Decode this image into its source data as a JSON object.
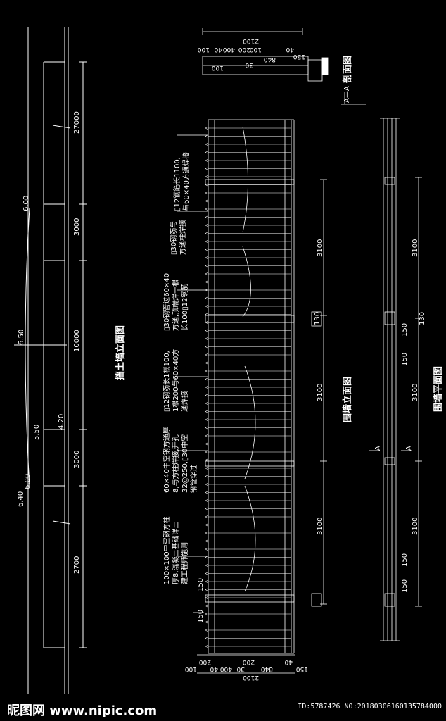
{
  "retaining_wall": {
    "title": "挡土墙立面图",
    "dims": [
      "27000",
      "3000",
      "10000",
      "3000",
      "2700"
    ],
    "levels": [
      "6.00",
      "6.50",
      "4.20",
      "5.50",
      "6.00",
      "6.40"
    ]
  },
  "fence_elevation": {
    "title": "围墙立面图",
    "notes": [
      [
        "100×100中空钢方柱",
        "厚8,混凝土基础详土",
        "建工程师施则"
      ],
      [
        "60×40中空钢方通厚",
        "8,与方柱焊接,开孔",
        "32@250,▯30中空",
        "钢管穿过"
      ],
      [
        "▯12钢筋长1根100,",
        "1根200与60×40方",
        "通焊接"
      ],
      [
        "▯30钢管过60×40",
        "方通,顶端焊一根",
        "长100▯12钢筋"
      ],
      [
        "▯30钢筋与",
        "方通柱焊接"
      ],
      [
        "▯12钢筋长1100,",
        "与60×40方通焊接"
      ]
    ],
    "spans": [
      "3100",
      "3100",
      "3100"
    ],
    "post": "130",
    "small_dims": [
      "150",
      "150"
    ],
    "bottom_dims": [
      "100",
      "200",
      "40",
      "400",
      "30",
      "200",
      "840",
      "40",
      "150"
    ],
    "bottom_total": "2100"
  },
  "fence_plan": {
    "title": "围墙平面图",
    "spans": [
      "3100",
      "3100",
      "3100"
    ],
    "post": "130",
    "small_dims": [
      "150",
      "150",
      "150",
      "150"
    ],
    "section_marks": [
      "A",
      "A"
    ]
  },
  "section": {
    "title": "剖面图",
    "mark": "A—A",
    "top_total": "2100",
    "top_dims": [
      "100",
      "200",
      "400",
      "40",
      "100",
      "40",
      "150"
    ],
    "inner_dims": [
      "100",
      "30",
      "840"
    ]
  },
  "footer": {
    "brand": "昵图网 www.nipic.com",
    "id": "ID:5787426 NO:20180306160135784000"
  }
}
